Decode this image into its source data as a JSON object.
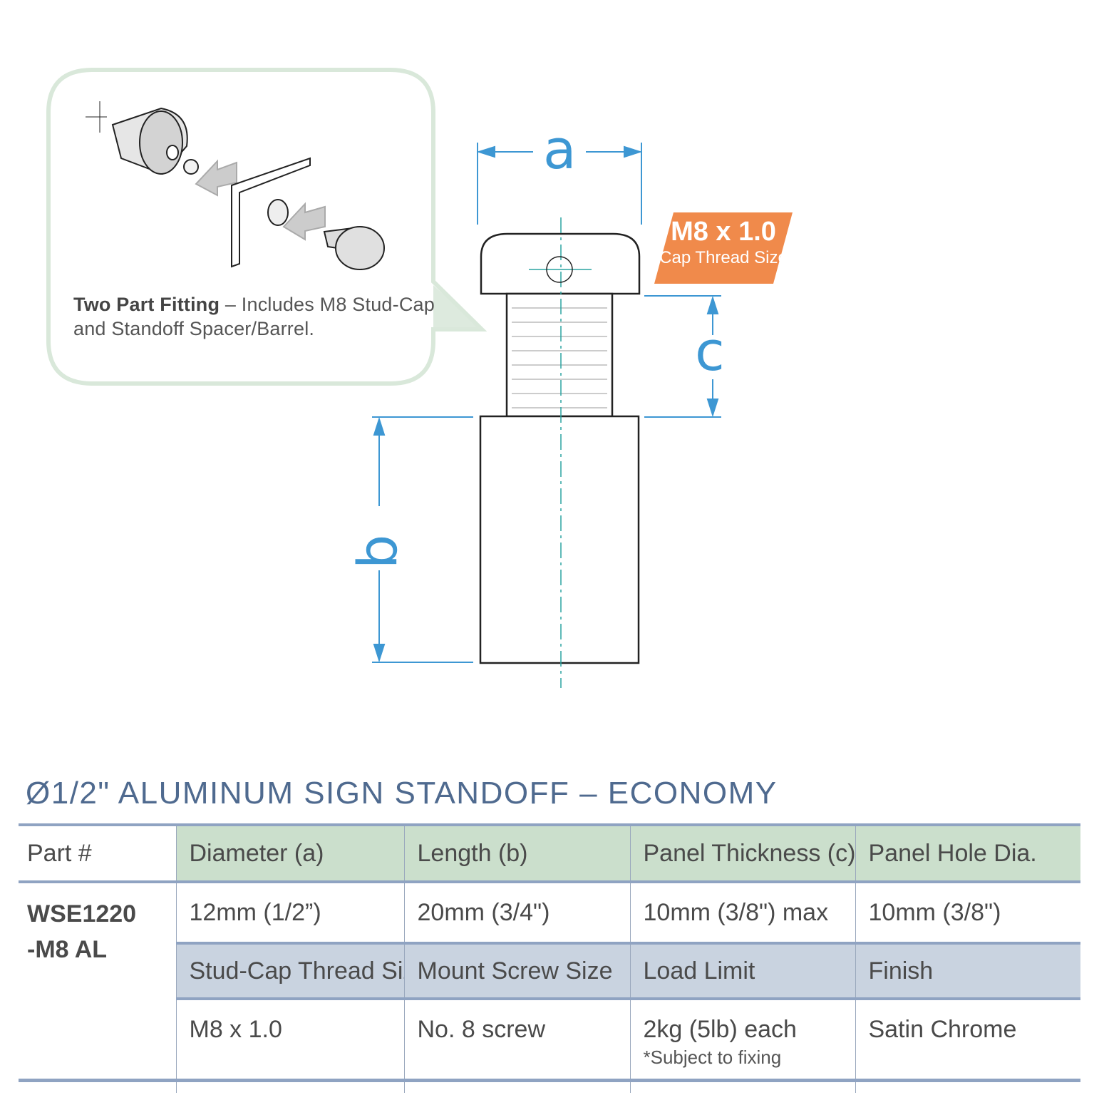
{
  "callout": {
    "bold": "Two Part Fitting",
    "text": " – Includes M8 Stud-Cap and Standoff Spacer/Barrel."
  },
  "badge": {
    "main": "M8 x 1.0",
    "sub": "Cap Thread Size"
  },
  "dimensions": {
    "a": "a",
    "b": "b",
    "c": "c"
  },
  "title": "Ø1/2\" ALUMINUM SIGN STANDOFF – ECONOMY",
  "table": {
    "part_label": "Part #",
    "part_number_line1": "WSE1220",
    "part_number_line2": "-M8 AL",
    "header1": [
      "Diameter (a)",
      "Length (b)",
      "Panel Thickness (c)",
      "Panel Hole Dia."
    ],
    "row1": [
      "12mm (1/2”)",
      "20mm (3/4\")",
      "10mm (3/8\") max",
      "10mm (3/8\")"
    ],
    "header2": [
      "Stud-Cap Thread Size",
      "Mount Screw Size",
      "Load Limit",
      "Finish"
    ],
    "row2": [
      "M8 x 1.0",
      "No. 8 screw",
      "2kg (5lb) each",
      "Satin Chrome"
    ],
    "row2_note": "*Subject to fixing"
  },
  "colors": {
    "accent_blue": "#3d97d3",
    "badge_orange": "#f08a4b",
    "callout_green": "#d9e8da",
    "table_green": "#cbdfcc",
    "table_blue": "#c9d3e0",
    "title_blue": "#4f6a8f"
  },
  "icons": [
    "two-part-fitting-illustration",
    "standoff-technical-drawing"
  ]
}
